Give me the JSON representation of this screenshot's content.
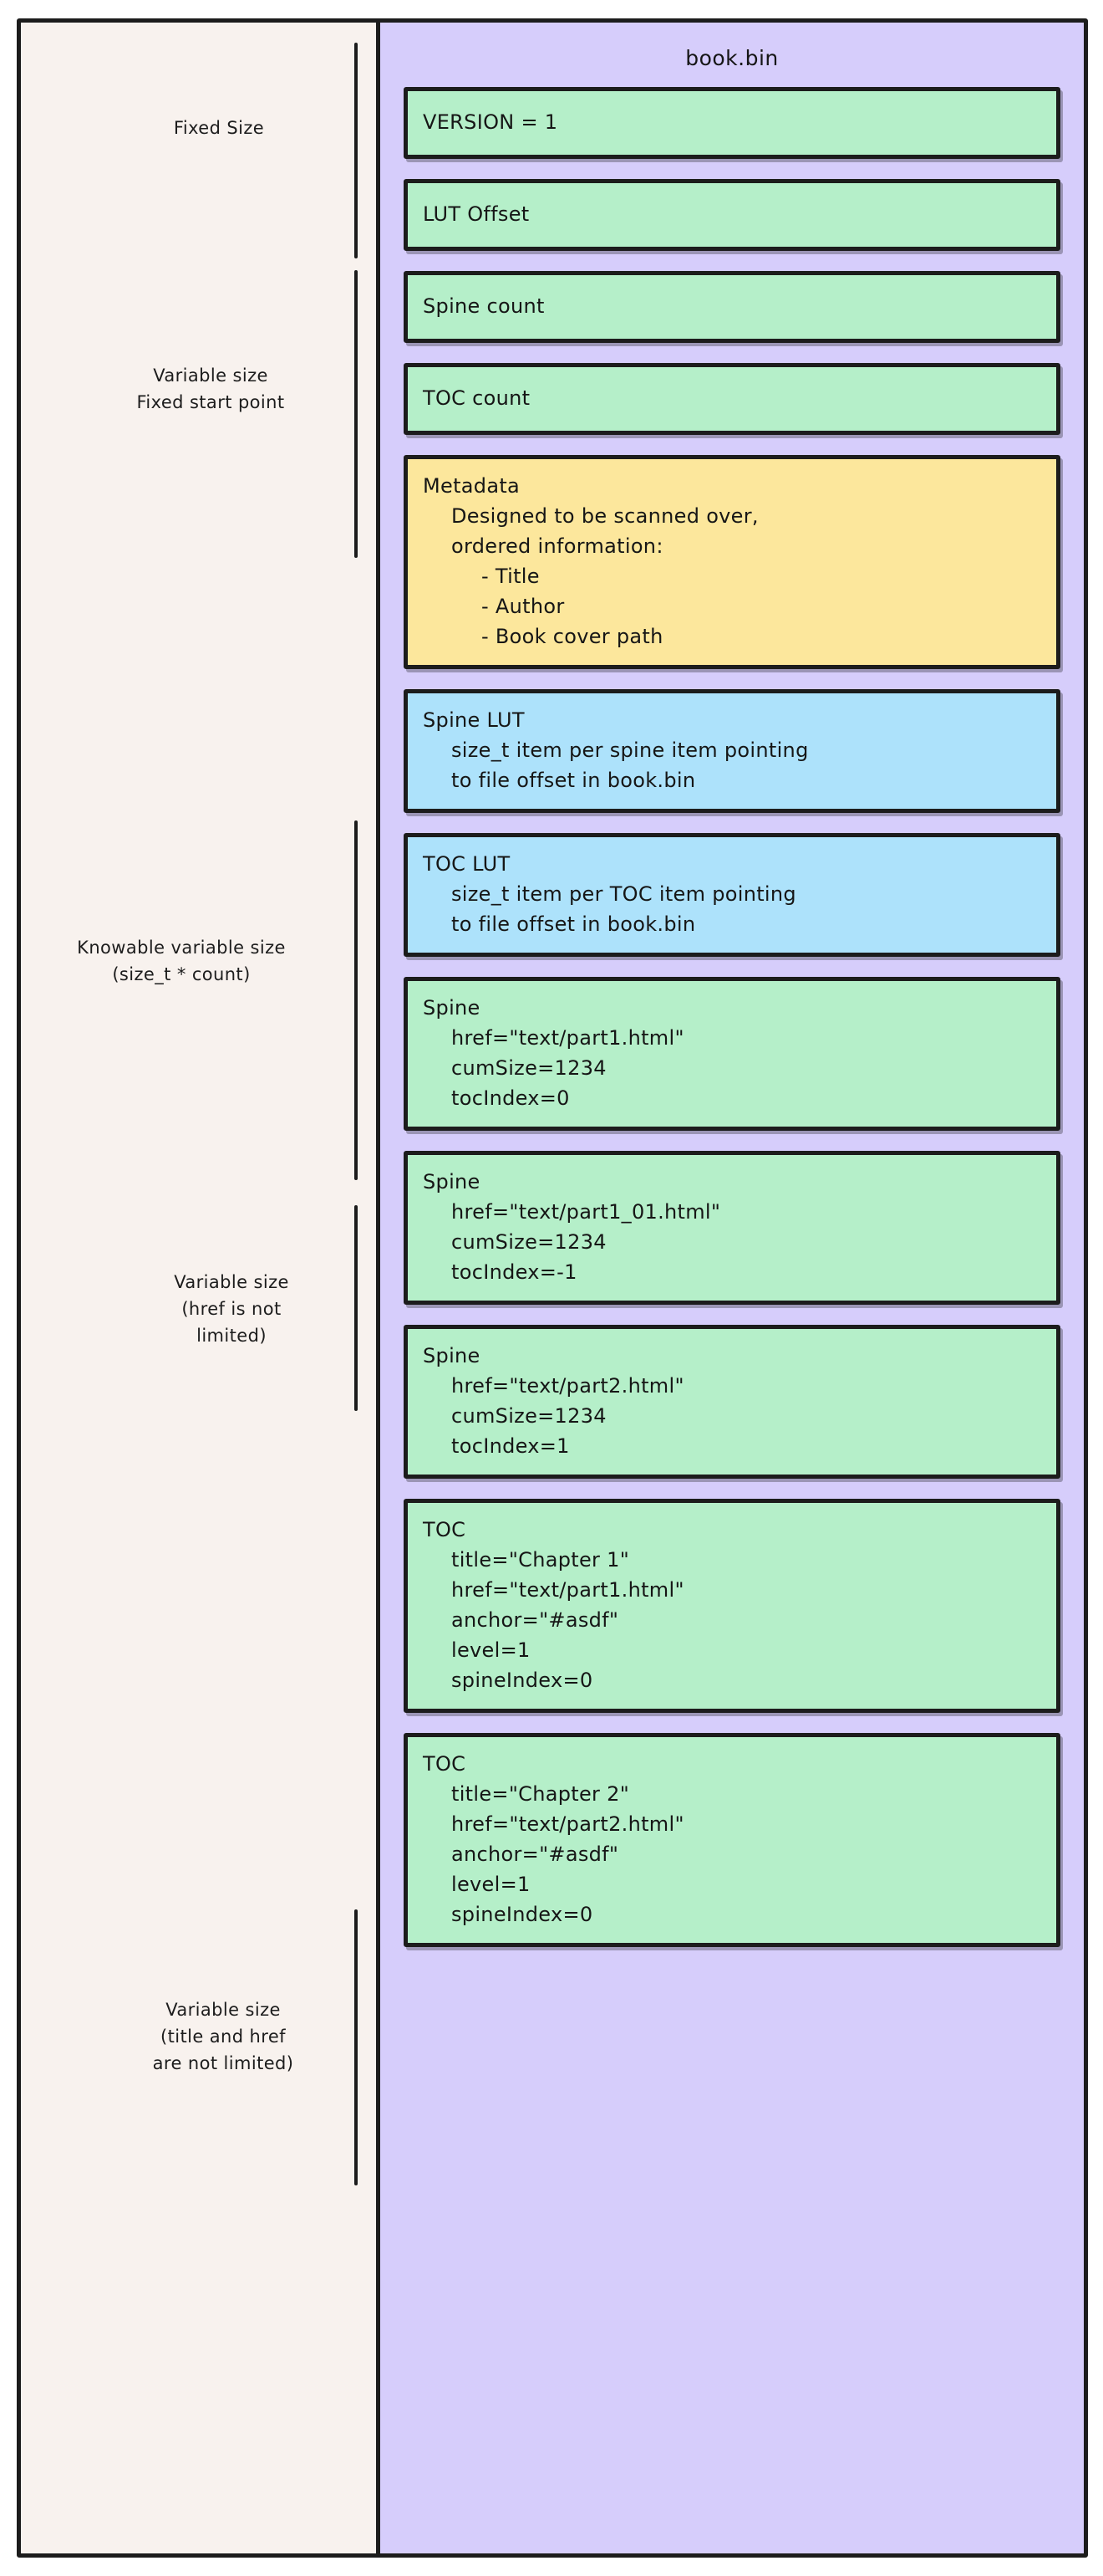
{
  "file": {
    "title": "book.bin"
  },
  "colors": {
    "page_background": "#ffffff",
    "panel_background": "#f8f2ee",
    "file_background": "#d6cdfb",
    "green_block": "#b5efc9",
    "yellow_block": "#fce79c",
    "blue_block": "#ade2fb",
    "stroke": "#1c1c1c"
  },
  "annotations": [
    {
      "text": "Fixed Size"
    },
    {
      "text": "Variable size\nFixed start point"
    },
    {
      "text": "Knowable variable size\n(size_t * count)"
    },
    {
      "text": "Variable size\n(href is not\nlimited)"
    },
    {
      "text": "Variable size\n(title and href\nare not limited)"
    }
  ],
  "blocks": [
    {
      "id": "version",
      "color": "green",
      "title": "VERSION = 1",
      "lines": [],
      "sublines": []
    },
    {
      "id": "lut-offset",
      "color": "green",
      "title": "LUT Offset",
      "lines": [],
      "sublines": []
    },
    {
      "id": "spine-count",
      "color": "green",
      "title": "Spine count",
      "lines": [],
      "sublines": []
    },
    {
      "id": "toc-count",
      "color": "green",
      "title": "TOC count",
      "lines": [],
      "sublines": []
    },
    {
      "id": "metadata",
      "color": "yellow",
      "title": "Metadata",
      "lines": "Designed to be scanned over,\nordered information:",
      "sublines": "- Title\n- Author\n- Book cover path"
    },
    {
      "id": "spine-lut",
      "color": "blue",
      "title": "Spine LUT",
      "lines": "size_t item per spine item pointing\nto file offset in book.bin",
      "sublines": ""
    },
    {
      "id": "toc-lut",
      "color": "blue",
      "title": "TOC LUT",
      "lines": "size_t item per TOC item pointing\nto file offset in book.bin",
      "sublines": ""
    },
    {
      "id": "spine-1",
      "color": "green",
      "title": "Spine",
      "lines": "href=\"text/part1.html\"\ncumSize=1234\ntocIndex=0",
      "sublines": ""
    },
    {
      "id": "spine-2",
      "color": "green",
      "title": "Spine",
      "lines": "href=\"text/part1_01.html\"\ncumSize=1234\ntocIndex=-1",
      "sublines": ""
    },
    {
      "id": "spine-3",
      "color": "green",
      "title": "Spine",
      "lines": "href=\"text/part2.html\"\ncumSize=1234\ntocIndex=1",
      "sublines": ""
    },
    {
      "id": "toc-1",
      "color": "green",
      "title": "TOC",
      "lines": "title=\"Chapter 1\"\nhref=\"text/part1.html\"\nanchor=\"#asdf\"\nlevel=1\nspineIndex=0",
      "sublines": ""
    },
    {
      "id": "toc-2",
      "color": "green",
      "title": "TOC",
      "lines": "title=\"Chapter 2\"\nhref=\"text/part2.html\"\nanchor=\"#asdf\"\nlevel=1\nspineIndex=0",
      "sublines": ""
    }
  ]
}
